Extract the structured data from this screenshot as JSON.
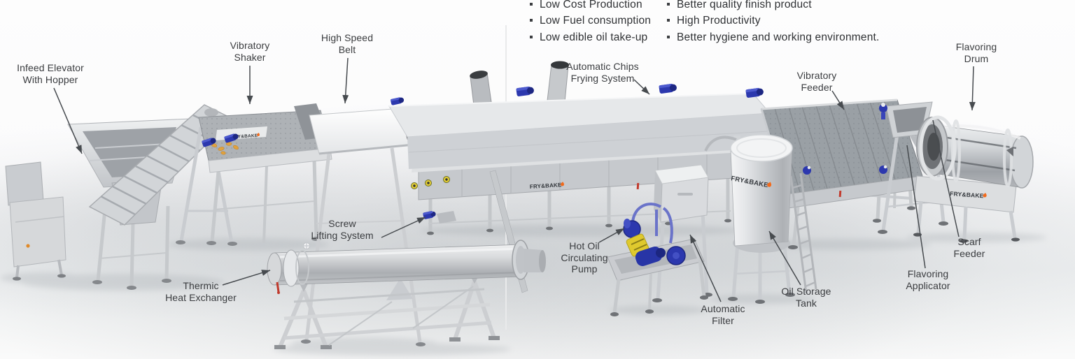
{
  "benefits": {
    "column1": {
      "items": [
        "Low Cost Production",
        "Low Fuel consumption",
        "Low edible oil take-up"
      ]
    },
    "column2": {
      "items": [
        "Better quality finish product",
        "High Productivity",
        "Better hygiene and working environment."
      ]
    }
  },
  "labels": {
    "infeed_elevator": "Infeed Elevator\nWith Hopper",
    "vibratory_shaker": "Vibratory\nShaker",
    "high_speed_belt": "High Speed\nBelt",
    "automatic_chips_frying_system": "Automatic Chips\nFrying System",
    "vibratory_feeder": "Vibratory\nFeeder",
    "flavoring_drum": "Flavoring\nDrum",
    "screw_lifting_system": "Screw\nLifting System",
    "thermic_heat_exchanger": "Thermic\nHeat Exchanger",
    "hot_oil_circulating_pump": "Hot Oil\nCirculating\nPump",
    "automatic_filter": "Automatic\nFilter",
    "oil_storage_tank": "Oil Storage\nTank",
    "flavoring_applicator": "Flavoring\nApplicator",
    "scarf_feeder": "Scarf\nFeeder"
  },
  "brand": {
    "text": "FRY&BAKE"
  },
  "colors": {
    "accent_flame": "#f26a1b",
    "motor_blue": "#2c38ae",
    "label_text": "#3a3c3f",
    "arrow": "#474b4f"
  }
}
